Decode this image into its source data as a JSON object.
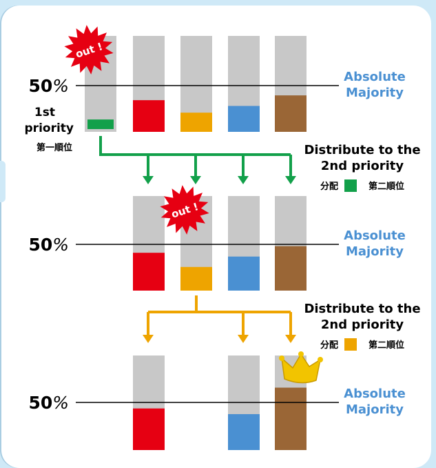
{
  "colors": {
    "background": "#cfe9f7",
    "panel": "#ffffff",
    "bar_track": "#c8c8c8",
    "green": "#12a04a",
    "red": "#e60012",
    "orange": "#eea400",
    "blue": "#4a90d2",
    "brown": "#9a6636",
    "majority_text": "#4a90d2",
    "out_badge": "#e60012",
    "crown": "#f2c400"
  },
  "icons": [
    "out-starburst-icon",
    "crown-icon",
    "down-arrow-icon",
    "color-square-icon"
  ],
  "rounds": [
    {
      "fifty_label": "50%",
      "majority_label": [
        "Absolute",
        "Majority"
      ],
      "bars": [
        {
          "color": "green",
          "fill": 0.1,
          "visible": true,
          "status": "out"
        },
        {
          "color": "red",
          "fill": 0.33,
          "visible": true
        },
        {
          "color": "orange",
          "fill": 0.2,
          "visible": true
        },
        {
          "color": "blue",
          "fill": 0.27,
          "visible": true
        },
        {
          "color": "brown",
          "fill": 0.38,
          "visible": true
        }
      ]
    },
    {
      "fifty_label": "50%",
      "majority_label": [
        "Absolute",
        "Majority"
      ],
      "bars": [
        {
          "color": "green",
          "fill": 0,
          "visible": false
        },
        {
          "color": "red",
          "fill": 0.4,
          "visible": true
        },
        {
          "color": "orange",
          "fill": 0.25,
          "visible": true,
          "status": "out"
        },
        {
          "color": "blue",
          "fill": 0.36,
          "visible": true
        },
        {
          "color": "brown",
          "fill": 0.47,
          "visible": true
        }
      ]
    },
    {
      "fifty_label": "50%",
      "majority_label": [
        "Absolute",
        "Majority"
      ],
      "bars": [
        {
          "color": "green",
          "fill": 0,
          "visible": false
        },
        {
          "color": "red",
          "fill": 0.44,
          "visible": true
        },
        {
          "color": "orange",
          "fill": 0,
          "visible": false
        },
        {
          "color": "blue",
          "fill": 0.38,
          "visible": true
        },
        {
          "color": "brown",
          "fill": 0.66,
          "visible": true,
          "status": "winner"
        }
      ]
    }
  ],
  "out_label": "out !",
  "first_priority_label": [
    "1st",
    "priority"
  ],
  "first_priority_jp": "第一順位",
  "distributions": [
    {
      "title": [
        "Distribute to the",
        "2nd priority"
      ],
      "jp_left": "分配",
      "jp_right": "第二順位",
      "color": "green"
    },
    {
      "title": [
        "Distribute to the",
        "2nd priority"
      ],
      "jp_left": "分配",
      "jp_right": "第二順位",
      "color": "orange"
    }
  ]
}
